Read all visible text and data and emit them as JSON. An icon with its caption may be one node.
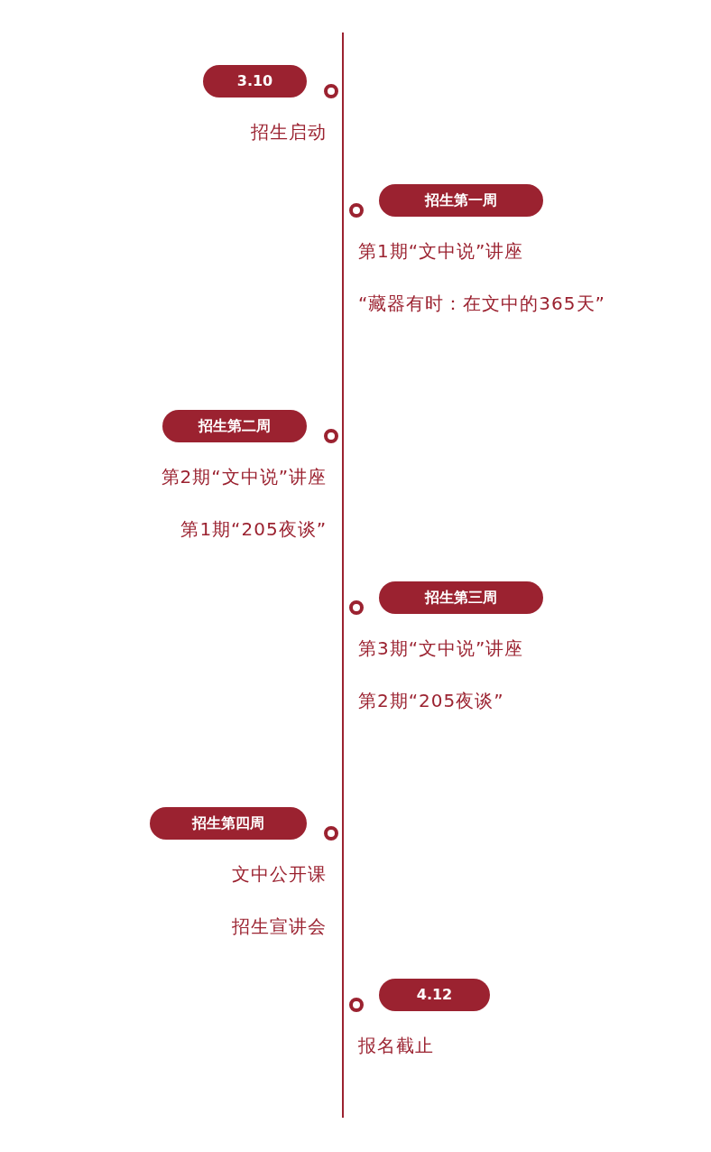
{
  "diagram": {
    "nodes": [
      {
        "text": [
          "3.10"
        ],
        "beside": [
          "招生启动"
        ]
      },
      {
        "text": [
          "招生第一周"
        ],
        "beside": [
          "第1期“文中说”讲座",
          "“藏器有时：在文中的365天”"
        ]
      },
      {
        "text": [
          "招生第二周"
        ],
        "beside": [
          "第2期“文中说”讲座",
          "第1期“205夜谈”"
        ]
      },
      {
        "text": [
          "招生第三周"
        ],
        "beside": [
          "第3期“文中说”讲座",
          "第2期“205夜谈”"
        ]
      },
      {
        "text": [
          "招生第四周"
        ],
        "beside": [
          "文中公开课",
          "招生宣讲会"
        ]
      },
      {
        "text": [
          "4.12"
        ],
        "beside": [
          "报名截止"
        ]
      }
    ]
  }
}
